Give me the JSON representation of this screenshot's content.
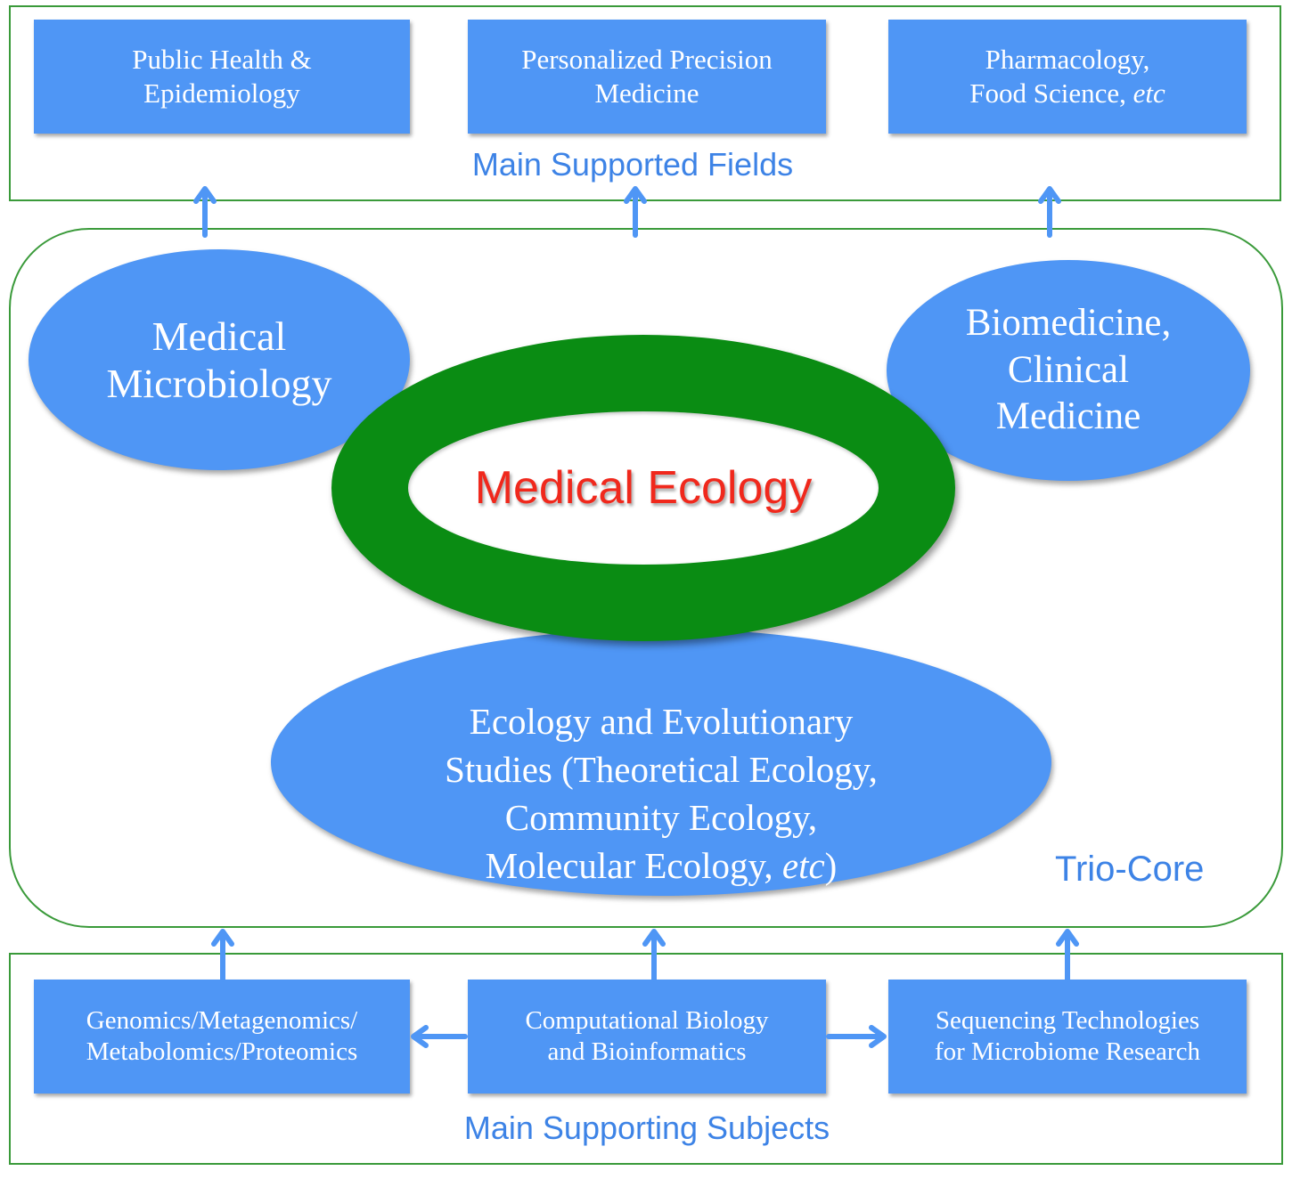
{
  "top": {
    "caption": "Main Supported Fields",
    "boxes": [
      {
        "line1": "Public Health &",
        "line2": "Epidemiology"
      },
      {
        "line1": "Personalized Precision",
        "line2": "Medicine"
      },
      {
        "line1": "Pharmacology,",
        "line2": "Food Science,",
        "italic": "etc"
      }
    ]
  },
  "core": {
    "caption": "Trio-Core",
    "center": "Medical Ecology",
    "left_oval": {
      "line1": "Medical",
      "line2": "Microbiology"
    },
    "right_oval": {
      "line1": "Biomedicine,",
      "line2": "Clinical",
      "line3": "Medicine"
    },
    "bottom_oval": {
      "line1": "Ecology and Evolutionary",
      "line2": "Studies (Theoretical Ecology,",
      "line3": "Community Ecology,",
      "line4": "Molecular Ecology,",
      "italic": "etc",
      "close": ")"
    }
  },
  "bottom": {
    "caption": "Main Supporting Subjects",
    "boxes": [
      {
        "line1": "Genomics/Metagenomics/",
        "line2": "Metabolomics/Proteomics"
      },
      {
        "line1": "Computational Biology",
        "line2": "and Bioinformatics"
      },
      {
        "line1": "Sequencing Technologies",
        "line2": "for Microbiome Research"
      }
    ]
  },
  "colors": {
    "box": "#4f96f5",
    "frame": "#3a9a3a",
    "ring": "#0a8c13",
    "title": "#f0281c",
    "caption": "#3d83e6",
    "arrow": "#4f96f5"
  }
}
